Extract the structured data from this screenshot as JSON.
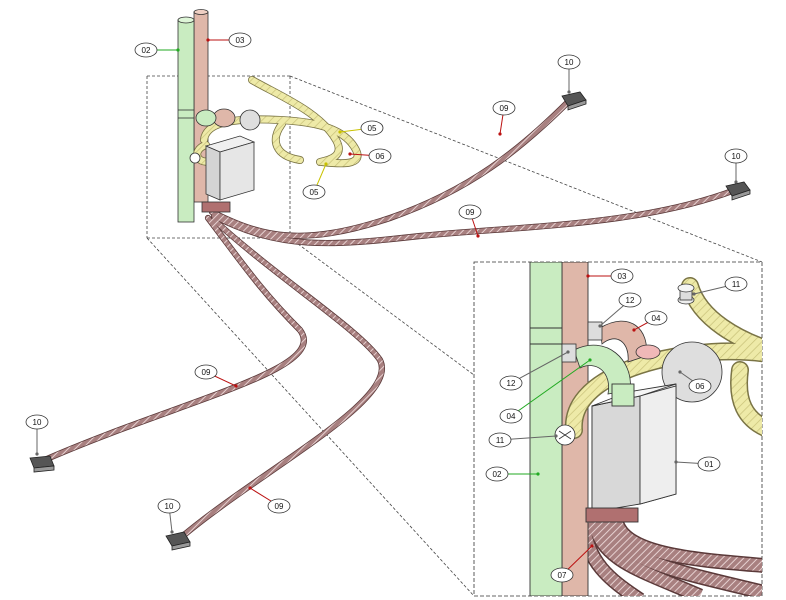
{
  "colors": {
    "supply_pipe": "#c9ecc1",
    "extract_pipe": "#dfb7a9",
    "duct_flex": "#a88080",
    "duct_stripe": "#e6d0d0",
    "insulated_hose": "#eeeaa8",
    "unit_body": "#e3e3e3",
    "outline": "#333333",
    "leader_green": "#22aa22",
    "leader_red": "#bb1111",
    "leader_yellow": "#c9c200",
    "leader_gray": "#666666"
  },
  "icons": {
    "wall_outlet": "terminal-box-icon",
    "louvre": "louvre-grille-icon"
  },
  "overview_labels": [
    {
      "id": "tag-02",
      "text": "02",
      "tone": "green"
    },
    {
      "id": "tag-03",
      "text": "03",
      "tone": "red"
    },
    {
      "id": "tag-05a",
      "text": "05",
      "tone": "yellow"
    },
    {
      "id": "tag-06",
      "text": "06",
      "tone": "red"
    },
    {
      "id": "tag-05b",
      "text": "05",
      "tone": "yellow"
    },
    {
      "id": "tag-09a",
      "text": "09",
      "tone": "red"
    },
    {
      "id": "tag-09b",
      "text": "09",
      "tone": "red"
    },
    {
      "id": "tag-09c",
      "text": "09",
      "tone": "red"
    },
    {
      "id": "tag-09d",
      "text": "09",
      "tone": "red"
    },
    {
      "id": "tag-10a",
      "text": "10",
      "tone": "gray"
    },
    {
      "id": "tag-10b",
      "text": "10",
      "tone": "gray"
    },
    {
      "id": "tag-10c",
      "text": "10",
      "tone": "gray"
    },
    {
      "id": "tag-10d",
      "text": "10",
      "tone": "gray"
    }
  ],
  "detail_labels": [
    {
      "id": "dtag-03",
      "text": "03",
      "tone": "red"
    },
    {
      "id": "dtag-11a",
      "text": "11",
      "tone": "gray"
    },
    {
      "id": "dtag-12a",
      "text": "12",
      "tone": "gray"
    },
    {
      "id": "dtag-04a",
      "text": "04",
      "tone": "red"
    },
    {
      "id": "dtag-12b",
      "text": "12",
      "tone": "gray"
    },
    {
      "id": "dtag-06",
      "text": "06",
      "tone": "gray"
    },
    {
      "id": "dtag-04b",
      "text": "04",
      "tone": "green"
    },
    {
      "id": "dtag-11b",
      "text": "11",
      "tone": "gray"
    },
    {
      "id": "dtag-01",
      "text": "01",
      "tone": "gray"
    },
    {
      "id": "dtag-02",
      "text": "02",
      "tone": "green"
    },
    {
      "id": "dtag-07",
      "text": "07",
      "tone": "red"
    }
  ]
}
